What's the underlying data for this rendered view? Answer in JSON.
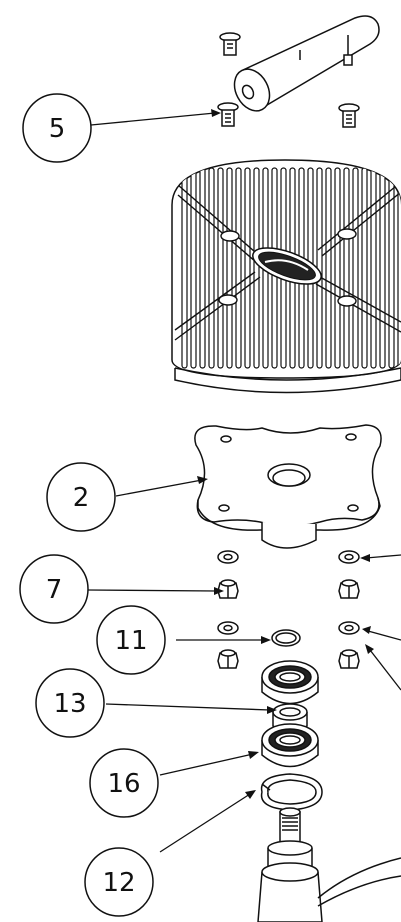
{
  "drawing": {
    "balloons": [
      {
        "id": "balloon-5",
        "label": "5"
      },
      {
        "id": "balloon-2",
        "label": "2"
      },
      {
        "id": "balloon-7",
        "label": "7"
      },
      {
        "id": "balloon-11",
        "label": "11"
      },
      {
        "id": "balloon-13",
        "label": "13"
      },
      {
        "id": "balloon-16",
        "label": "16"
      },
      {
        "id": "balloon-12",
        "label": "12"
      }
    ]
  }
}
